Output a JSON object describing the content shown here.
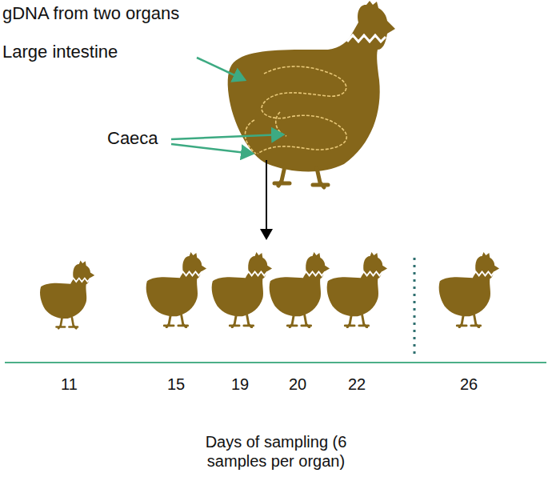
{
  "diagram": {
    "title": "gDNA from two organs",
    "labels": [
      "Large intestine",
      "Caeca",
      "11",
      "15",
      "19",
      "20",
      "22",
      "26",
      "Days of sampling (6 samples per organ)"
    ]
  }
}
